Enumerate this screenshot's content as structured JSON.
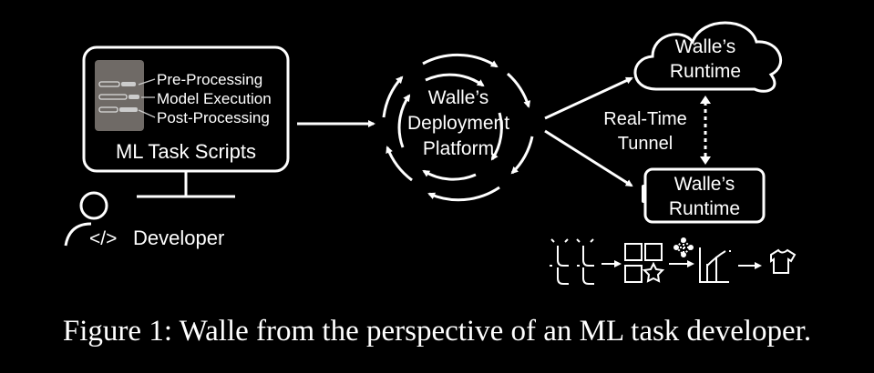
{
  "developer": {
    "monitor_label": "ML Task Scripts",
    "script_steps": [
      "Pre-Processing",
      "Model Execution",
      "Post-Processing"
    ],
    "code_symbol": "</>",
    "person_label": "Developer"
  },
  "platform": {
    "lines": [
      "Walle’s",
      "Deployment",
      "Platform"
    ]
  },
  "cloud_runtime": {
    "lines": [
      "Walle’s",
      "Runtime"
    ]
  },
  "device_runtime": {
    "lines": [
      "Walle’s",
      "Runtime"
    ]
  },
  "tunnel": {
    "lines": [
      "Real-Time",
      "Tunnel"
    ]
  },
  "caption": "Figure 1: Walle from the perspective of an ML task developer.",
  "icons": [
    "hand-gesture-icon",
    "grid-squares-icon",
    "star-icon",
    "neural-net-icon",
    "chart-icon",
    "tshirt-icon"
  ]
}
